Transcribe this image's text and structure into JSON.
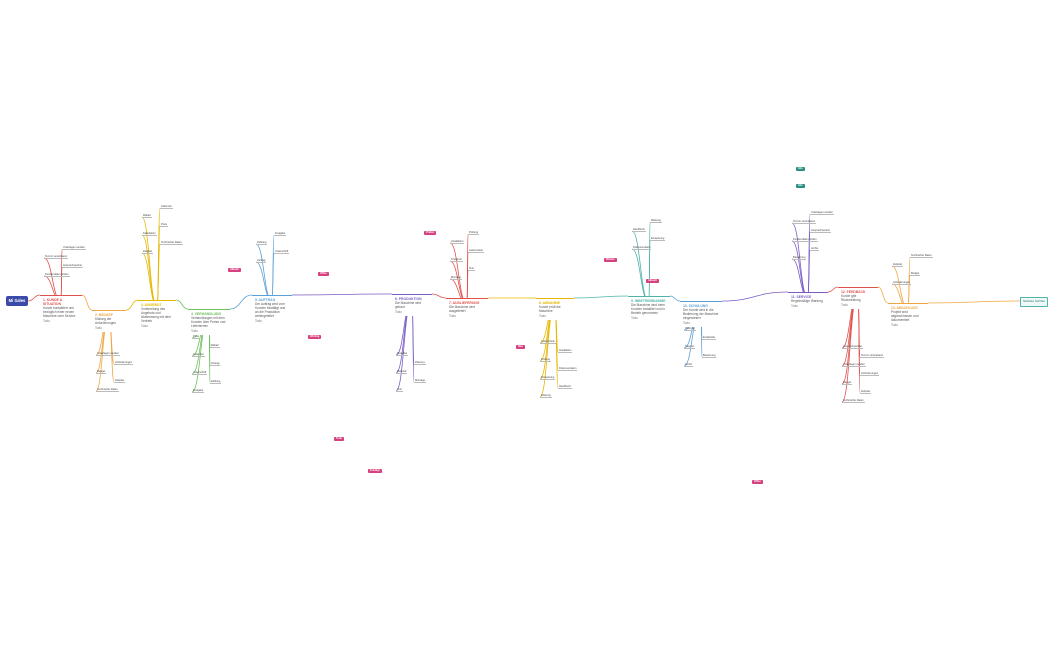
{
  "mindmap": {
    "root": {
      "label": "Mi Sales"
    },
    "stages": [
      {
        "id": "s1",
        "title": "1. KUNDE & SITUATION",
        "sub": "Kunde kontaktiert uns bezüglich einer neuen Maschine oder Service",
        "status": "Todo",
        "color": "#e0504c"
      },
      {
        "id": "s2",
        "title": "2. BEDARF",
        "sub": "Klärung der Anforderungen",
        "status": "Todo",
        "color": "#f0a640"
      },
      {
        "id": "s3",
        "title": "3. ANGEBOT",
        "sub": "Vorbereitung des Angebots und Abstimmung mit dem Vertrieb",
        "status": "Todo",
        "color": "#e6b800"
      },
      {
        "id": "s4",
        "title": "4. VERHANDLUNG",
        "sub": "Verhandlungen mit dem Kunden über Preise und Liefertermin",
        "status": "Todo",
        "color": "#6cbf5a"
      },
      {
        "id": "s5",
        "title": "5. AUFTRAG",
        "sub": "Der Auftrag wird vom Kunden bestätigt und an die Produktion weitergeleitet",
        "status": "Todo",
        "color": "#5aa0d8"
      },
      {
        "id": "s6",
        "title": "6. PRODUKTION",
        "sub": "Die Maschine wird gebaut",
        "status": "Todo",
        "color": "#7b5cc4"
      },
      {
        "id": "s7",
        "title": "7. AUSLIEFERUNG",
        "sub": "Die Maschine wird ausgeliefert",
        "status": "Todo",
        "color": "#e0504c"
      },
      {
        "id": "s8",
        "title": "8. ABNAHME",
        "sub": "Kunde prüft die Maschine",
        "status": "Todo",
        "color": "#e6b800"
      },
      {
        "id": "s9",
        "title": "9. INBETRIEBNAHME",
        "sub": "Die Maschine wird beim Kunden installiert und in Betrieb genommen",
        "status": "Todo",
        "color": "#4fb3a9"
      },
      {
        "id": "s10",
        "title": "10. SCHULUNG",
        "sub": "Der Kunde wird in die Bedienung der Maschine eingewiesen",
        "status": "Todo",
        "color": "#5aa0d8"
      },
      {
        "id": "s11",
        "title": "11. SERVICE",
        "sub": "Regelmäßige Wartung",
        "status": "Todo",
        "color": "#7b5cc4"
      },
      {
        "id": "s12",
        "title": "12. FEEDBACK",
        "sub": "Kunde gibt Rückmeldung",
        "status": "Todo",
        "color": "#e0504c"
      },
      {
        "id": "s13",
        "title": "13. ABSCHLUSS",
        "sub": "Projekt wird abgeschlossen und dokumentiert",
        "status": "Todo",
        "color": "#f0a640"
      }
    ],
    "tags": [
      {
        "label": "Aktuell",
        "color": "#d6407e"
      },
      {
        "label": "Wichtig",
        "color": "#d6407e"
      },
      {
        "label": "Offen",
        "color": "#d6407e"
      },
      {
        "label": "Prüfen",
        "color": "#d6407e"
      },
      {
        "label": "Neu",
        "color": "#d6407e"
      },
      {
        "label": "Aktuell",
        "color": "#d6407e"
      },
      {
        "label": "Warten",
        "color": "#d6407e"
      },
      {
        "label": "Offen",
        "color": "#d6407e"
      },
      {
        "label": "Erledigt",
        "color": "#d6407e"
      },
      {
        "label": "Todo",
        "color": "#d6407e"
      },
      {
        "label": "Info",
        "color": "#2a8f82"
      },
      {
        "label": "Info",
        "color": "#2a8f82"
      }
    ],
    "end": {
      "label": "Nächste Schritte"
    },
    "leaves": [
      "Kundendaten prüfen",
      "Ansprechpartner",
      "Termin vereinbaren",
      "Unterlagen senden",
      "Anforderungen",
      "Budget",
      "Zeitplan",
      "Technische Daten",
      "Kalkulation",
      "Preis",
      "Rabatt",
      "Lieferzeit",
      "Vertrag",
      "Unterschrift",
      "Zahlung",
      "Freigabe",
      "Planung",
      "Material",
      "Montage",
      "Test",
      "Transport",
      "Lieferschein",
      "Installation",
      "Prüfung",
      "Dokumentation",
      "Einweisung",
      "Handbuch",
      "Wartung",
      "Ersatzteile",
      "Support",
      "Bewertung",
      "Archiv"
    ]
  }
}
